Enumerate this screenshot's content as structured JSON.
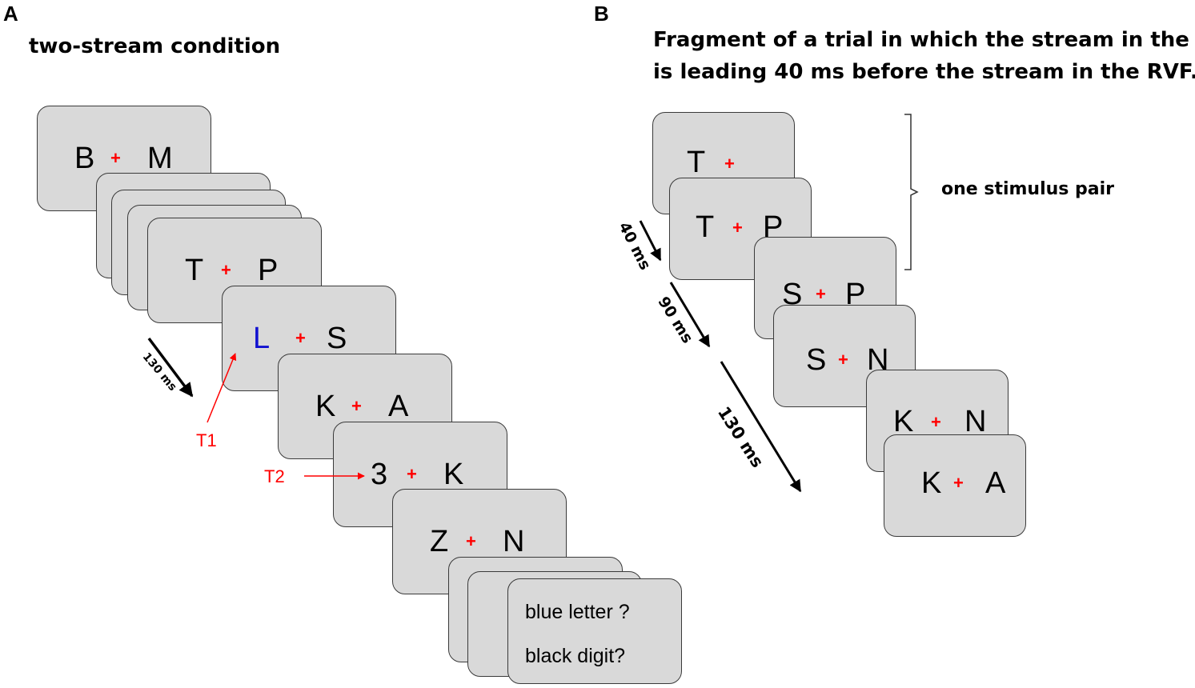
{
  "panel_a": {
    "letter": "A",
    "title": "two-stream condition",
    "frames": {
      "f1": {
        "left": "B",
        "right": "M"
      },
      "f2": {
        "left": "T",
        "right": "P"
      },
      "f3": {
        "left": "L",
        "right": "S"
      },
      "f4": {
        "left": "K",
        "right": "A"
      },
      "f5": {
        "left": "3",
        "right": "K"
      },
      "f6": {
        "left": "Z",
        "right": "N"
      }
    },
    "fixation": "+",
    "timing": "130 ms",
    "target1": "T1",
    "target2": "T2",
    "questions": [
      "blue letter ?",
      "black digit?"
    ],
    "colors": {
      "target1_letter": "#1010d0",
      "fixation": "#ff0000",
      "annotation": "#ff0000",
      "card": "#d9d9d9"
    }
  },
  "panel_b": {
    "letter": "B",
    "title_line1": "Fragment of a trial in which the stream in the LVF",
    "title_line2": "is leading 40 ms before the stream in the RVF.",
    "frames": {
      "f1": {
        "left": "T",
        "right": ""
      },
      "f2": {
        "left": "T",
        "right": "P"
      },
      "f3": {
        "left": "S",
        "right": "P"
      },
      "f4": {
        "left": "S",
        "right": "N"
      },
      "f5": {
        "left": "K",
        "right": "N"
      },
      "f6": {
        "left": "K",
        "right": "A"
      }
    },
    "brace_label": "one stimulus pair",
    "timing_1": "40 ms",
    "timing_2": "90 ms",
    "timing_3": "130 ms"
  }
}
